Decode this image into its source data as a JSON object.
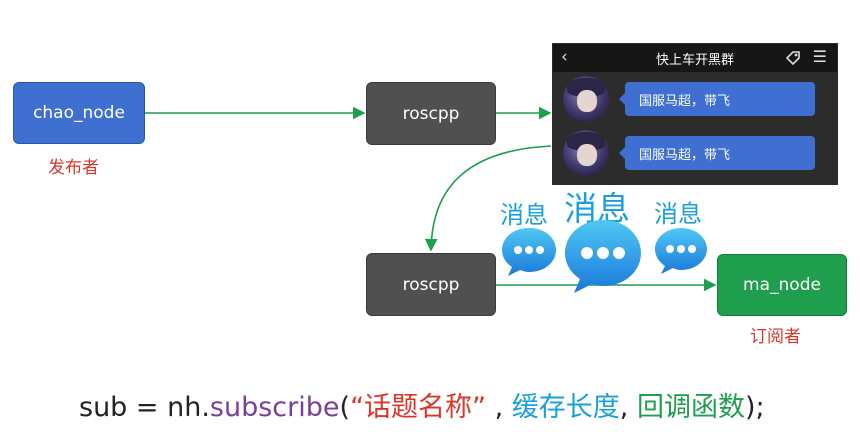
{
  "nodes": {
    "publisher": {
      "label": "chao_node",
      "role": "发布者"
    },
    "roscpp_top": {
      "label": "roscpp"
    },
    "roscpp_bottom": {
      "label": "roscpp"
    },
    "subscriber": {
      "label": "ma_node",
      "role": "订阅者"
    }
  },
  "chat": {
    "title": "快上车开黑群",
    "messages": [
      {
        "text": "国服马超，带飞"
      },
      {
        "text": "国服马超，带飞"
      }
    ]
  },
  "message_labels": [
    "消息",
    "消息",
    "消息"
  ],
  "code": {
    "prefix": "sub = nh.",
    "function": "subscribe",
    "open": "(",
    "arg1": "“话题名称”",
    "sep1": " , ",
    "arg2": "缓存长度",
    "sep2": ", ",
    "arg3": "回调函数",
    "close": ");"
  },
  "colors": {
    "publisher": "#3f6fd0",
    "roscpp": "#505050",
    "subscriber": "#1f9e4e",
    "arrow": "#1f9e4e",
    "role_text": "#d9362b",
    "message_text": "#1aa0d8",
    "function_text": "#7b3f9a"
  },
  "icons": [
    "back-arrow-icon",
    "tag-icon",
    "menu-icon",
    "message-bubble-icon"
  ]
}
